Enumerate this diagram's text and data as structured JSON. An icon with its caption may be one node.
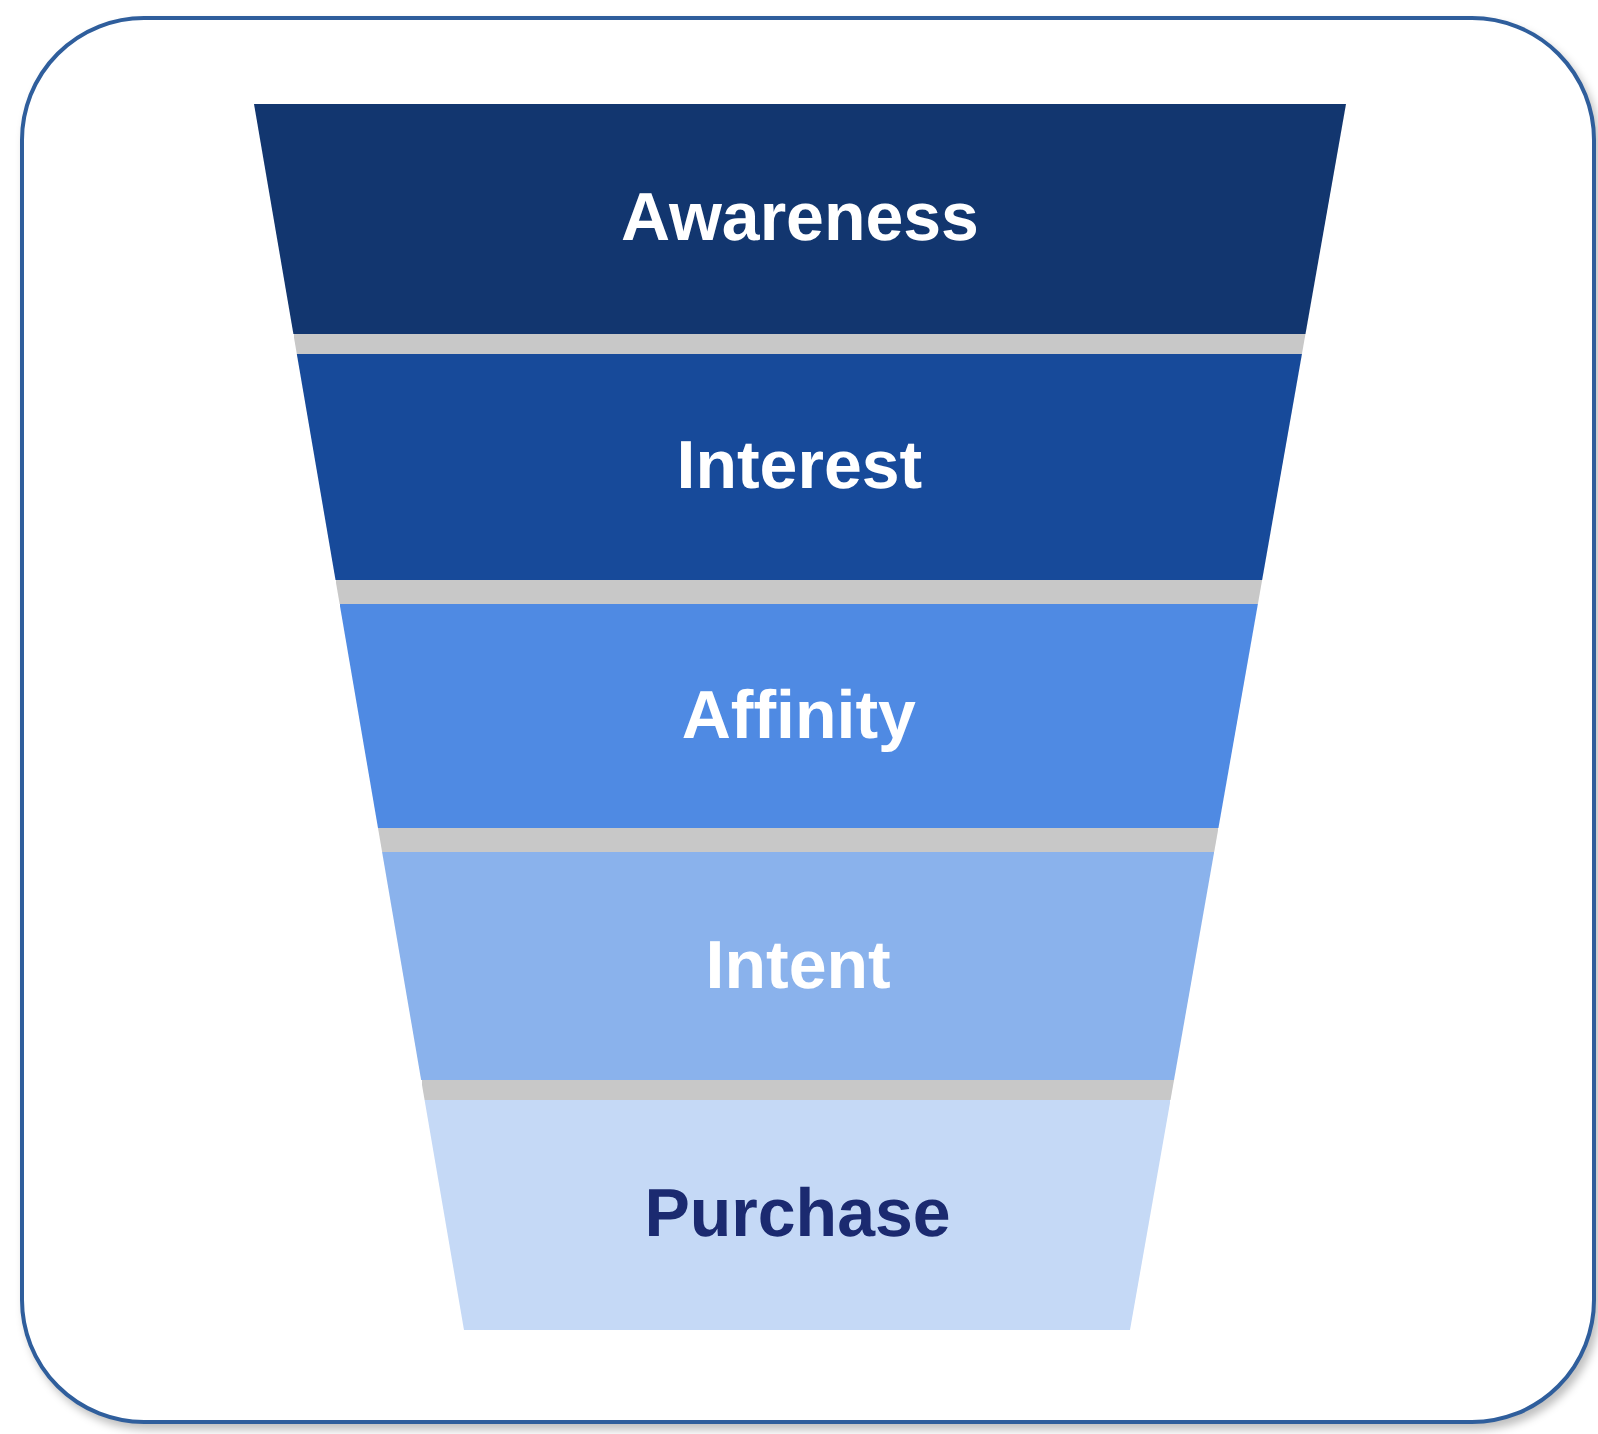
{
  "diagram": {
    "nodes": [
      {
        "text": [
          "Awareness"
        ]
      },
      {
        "text": [
          "Interest"
        ]
      },
      {
        "text": [
          "Affinity"
        ]
      },
      {
        "text": [
          "Intent"
        ]
      },
      {
        "text": [
          "Purchase"
        ]
      }
    ]
  }
}
